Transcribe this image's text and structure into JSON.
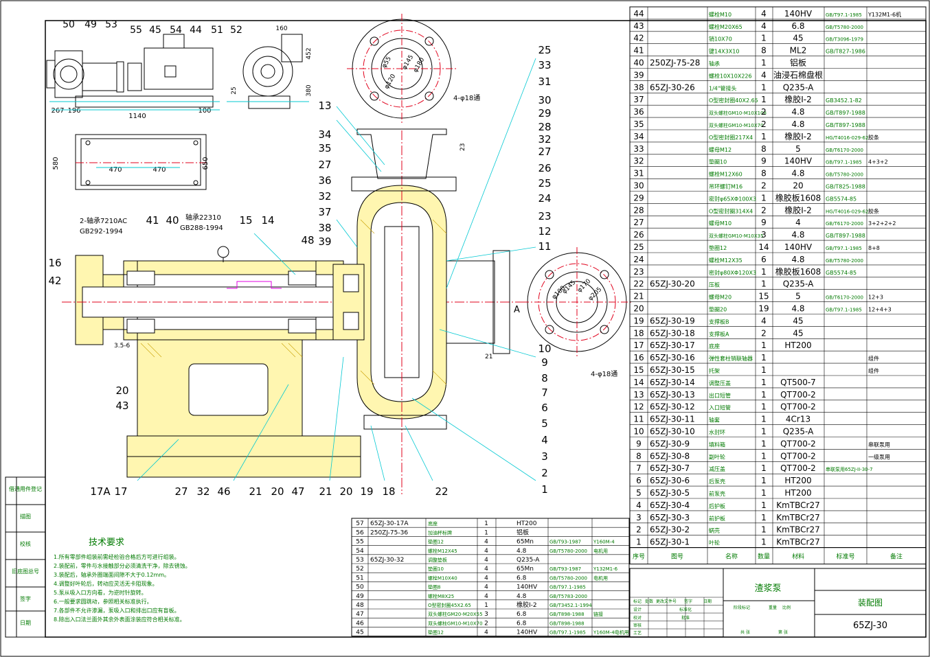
{
  "colors": {
    "line": "#000000",
    "cyan": "#00c8d2",
    "red": "#e0001b",
    "magenta": "#e000e0",
    "hatch": "#c8a000",
    "yellow_fill": "#fff6b0",
    "green": "#007a00"
  },
  "top_view_dims": [
    "50",
    "49",
    "53",
    "55",
    "45",
    "54",
    "44",
    "51",
    "52",
    "267",
    "196",
    "1140",
    "100"
  ],
  "side_view_dims": [
    "160",
    "452",
    "25",
    "380"
  ],
  "base_dims": [
    "580",
    "470",
    "470",
    "650"
  ],
  "flange_top": {
    "holes": "4-φ18通",
    "d": [
      "φ55",
      "φ145",
      "φ180",
      "φ120"
    ]
  },
  "flange_right": {
    "holes": "4-φ18通",
    "d": [
      "φ100",
      "φ145",
      "φ170",
      "φ205"
    ],
    "label": "A"
  },
  "left_notes": [
    "2-轴承7210AC",
    "GB292-1994",
    "轴承22310",
    "GB288-1994",
    "3.5-6",
    "21",
    "23"
  ],
  "balloons_left": [
    "41",
    "40",
    "15",
    "14",
    "16",
    "42",
    "20",
    "43",
    "17A",
    "17",
    "27",
    "32",
    "46",
    "21",
    "20",
    "47",
    "21",
    "20",
    "19",
    "18",
    "22"
  ],
  "balloons_center": [
    "13",
    "34",
    "35",
    "27",
    "36",
    "32",
    "37",
    "38",
    "39",
    "48"
  ],
  "balloons_right": [
    "25",
    "33",
    "31",
    "30",
    "29",
    "28",
    "32",
    "27",
    "26",
    "25",
    "24",
    "23",
    "12",
    "11",
    "10",
    "9",
    "8",
    "7",
    "6",
    "5",
    "4",
    "3",
    "2",
    "1"
  ],
  "left_sidebar": [
    "借通用件登记",
    "描图",
    "校核",
    "旧底图总号",
    "签字",
    "日期"
  ],
  "tech_title": "技术要求",
  "tech_notes": [
    "1.所有零部件组装前需经检验合格后方可进行组装。",
    "2.装配前，零件与水接触部分必须清洗干净，除去锈蚀。",
    "3.装配后，轴承外圈端面间隙不大于0.12mm。",
    "4.调整好叶轮后，转动应灵活无卡阻现象。",
    "5.泵从吸入口方向看，为逆时针旋转。",
    "6.一般要求圆跳动，参照相关标准执行。",
    "7.各部件不允许渗漏，泵吸入口和排出口应有盲板。",
    "8.除出入口法兰面外其余外表面涂装应符合相关标准。"
  ],
  "parts_upper": [
    [
      "44",
      "",
      "螺栓M10",
      "4",
      "140HV",
      "GB/T97.1-1985",
      "Y132M1-6机"
    ],
    [
      "43",
      "",
      "螺栓M20X65",
      "4",
      "6.8",
      "GB/T5780-2000",
      ""
    ],
    [
      "42",
      "",
      "销10X70",
      "1",
      "45",
      "GB/T3096-1979",
      ""
    ],
    [
      "41",
      "",
      "键14X3X10",
      "8",
      "ML2",
      "GB/T827-1986",
      ""
    ],
    [
      "40",
      "250ZJ-75-28",
      "轴承",
      "1",
      "铝板",
      "",
      ""
    ],
    [
      "39",
      "",
      "螺栓10X10X226",
      "4",
      "油浸石棉盘根",
      "",
      ""
    ],
    [
      "38",
      "65ZJ-30-26",
      "1/4\"管接头",
      "1",
      "Q235-A",
      "",
      ""
    ],
    [
      "37",
      "",
      "O型密封圈40X2.65",
      "1",
      "橡胶I-2",
      "GB3452.1-82",
      ""
    ],
    [
      "36",
      "",
      "双头螺柱GM10-M10X108",
      "2",
      "4.8",
      "GB/T897-1988",
      ""
    ],
    [
      "35",
      "",
      "双头螺柱GM10-M10X70",
      "2",
      "4.8",
      "GB/T897-1988",
      ""
    ],
    [
      "34",
      "",
      "O型密封圈217X4",
      "1",
      "橡胶I-2",
      "HG/T4016-029-62",
      "胶条"
    ],
    [
      "33",
      "",
      "螺母M12",
      "8",
      "5",
      "GB/T6170-2000",
      ""
    ],
    [
      "32",
      "",
      "垫圈10",
      "9",
      "140HV",
      "GB/T97.1-1985",
      "4+3+2"
    ],
    [
      "31",
      "",
      "螺栓M12X60",
      "8",
      "4.8",
      "GB/T5780-2000",
      ""
    ],
    [
      "30",
      "",
      "吊环螺钉M16",
      "2",
      "20",
      "GB/T825-1988",
      ""
    ],
    [
      "29",
      "",
      "密封φ65XΦ100X3",
      "1",
      "橡胶板1608",
      "GB5574-85",
      ""
    ],
    [
      "28",
      "",
      "O型密封圈314X4",
      "2",
      "橡胶I-2",
      "HG/T4016-029-62",
      "胶条"
    ],
    [
      "27",
      "",
      "螺母M10",
      "9",
      "4",
      "GB/T6170-2000",
      "3+2+2+2"
    ],
    [
      "26",
      "",
      "双头螺柱GM10-M10X35",
      "3",
      "4.8",
      "GB/T897-1988",
      ""
    ],
    [
      "25",
      "",
      "垫圈12",
      "14",
      "140HV",
      "GB/T97.1-1985",
      "8+8"
    ],
    [
      "24",
      "",
      "螺栓M12X35",
      "6",
      "4.8",
      "GB/T5780-2000",
      ""
    ],
    [
      "23",
      "",
      "密封φ80XΦ120X3",
      "1",
      "橡胶板1608",
      "GB5574-85",
      ""
    ],
    [
      "22",
      "65ZJ-30-20",
      "压板",
      "1",
      "Q235-A",
      "",
      ""
    ],
    [
      "21",
      "",
      "螺母M20",
      "15",
      "5",
      "GB/T6170-2000",
      "12+3"
    ],
    [
      "20",
      "",
      "垫圈20",
      "19",
      "4.8",
      "GB/T97.1-1985",
      "12+4+3"
    ],
    [
      "19",
      "65ZJ-30-19",
      "支撑板B",
      "4",
      "45",
      "",
      ""
    ],
    [
      "18",
      "65ZJ-30-18",
      "支撑板A",
      "2",
      "45",
      "",
      ""
    ],
    [
      "17",
      "65ZJ-30-17",
      "底座",
      "1",
      "HT200",
      "",
      ""
    ],
    [
      "16",
      "65ZJ-30-16",
      "弹性套柱销联轴器",
      "1",
      "",
      "",
      "组件"
    ],
    [
      "15",
      "65ZJ-30-15",
      "托架",
      "1",
      "",
      "",
      "组件"
    ],
    [
      "14",
      "65ZJ-30-14",
      "调整压盖",
      "1",
      "QT500-7",
      "",
      ""
    ],
    [
      "13",
      "65ZJ-30-13",
      "出口短管",
      "1",
      "QT700-2",
      "",
      ""
    ],
    [
      "12",
      "65ZJ-30-12",
      "入口短管",
      "1",
      "QT700-2",
      "",
      ""
    ],
    [
      "11",
      "65ZJ-30-11",
      "轴套",
      "1",
      "4Cr13",
      "",
      ""
    ],
    [
      "10",
      "65ZJ-30-10",
      "水封环",
      "1",
      "Q235-A",
      "",
      ""
    ],
    [
      "9",
      "65ZJ-30-9",
      "填料箱",
      "1",
      "QT700-2",
      "",
      "串联泵用"
    ],
    [
      "8",
      "65ZJ-30-8",
      "副叶轮",
      "1",
      "QT700-2",
      "",
      "一级泵用"
    ],
    [
      "7",
      "65ZJ-30-7",
      "减压盖",
      "1",
      "QT700-2",
      "串联泵用65ZJ-II-30-7",
      ""
    ],
    [
      "6",
      "65ZJ-30-6",
      "后泵壳",
      "1",
      "HT200",
      "",
      ""
    ],
    [
      "5",
      "65ZJ-30-5",
      "前泵壳",
      "1",
      "HT200",
      "",
      ""
    ],
    [
      "4",
      "65ZJ-30-4",
      "后护板",
      "1",
      "KmTBCr27",
      "",
      ""
    ],
    [
      "3",
      "65ZJ-30-3",
      "前护板",
      "1",
      "KmTBCr27",
      "",
      ""
    ],
    [
      "2",
      "65ZJ-30-2",
      "蜗壳",
      "1",
      "KmTBCr27",
      "",
      ""
    ],
    [
      "1",
      "65ZJ-30-1",
      "叶轮",
      "1",
      "KmTBCr27",
      "",
      ""
    ]
  ],
  "parts_header": [
    "序号",
    "图号",
    "名称",
    "数量",
    "材料",
    "标准号",
    "备注"
  ],
  "parts_lower": [
    [
      "57",
      "65ZJ-30-17A",
      "底座",
      "1",
      "HT200",
      "",
      ""
    ],
    [
      "56",
      "250ZJ-75-36",
      "加油杯标牌",
      "1",
      "铝板",
      "",
      ""
    ],
    [
      "55",
      "",
      "垫圈12",
      "4",
      "65Mn",
      "GB/T93-1987",
      "Y160M-4"
    ],
    [
      "54",
      "",
      "螺栓M12X45",
      "4",
      "4.8",
      "GB/T5780-2000",
      "电机用"
    ],
    [
      "53",
      "65ZJ-30-32",
      "调整垫板",
      "4",
      "Q235-A",
      "",
      ""
    ],
    [
      "52",
      "",
      "垫圈10",
      "4",
      "65Mn",
      "GB/T93-1987",
      "Y132M1-6"
    ],
    [
      "51",
      "",
      "螺栓M10X40",
      "4",
      "6.8",
      "GB/T5780-2000",
      "电机用"
    ],
    [
      "50",
      "",
      "垫圈8",
      "4",
      "140HV",
      "GB/T97.1-1985",
      ""
    ],
    [
      "49",
      "",
      "螺栓M8X25",
      "4",
      "4.8",
      "GB/T5783-2000",
      ""
    ],
    [
      "48",
      "",
      "O型密封圈45X2.65",
      "1",
      "橡胶I-2",
      "GB/T3452.1-1994",
      ""
    ],
    [
      "47",
      "",
      "双头螺柱GM20-M20X55",
      "3",
      "6.8",
      "GB/T898-1988",
      "链接"
    ],
    [
      "46",
      "",
      "双头螺柱GM10-M10X70",
      "2",
      "6.8",
      "GB/T898-1988",
      ""
    ],
    [
      "45",
      "",
      "垫圈12",
      "4",
      "140HV",
      "GB/T97.1-1985",
      "Y160M-4电机用"
    ]
  ],
  "title_block": {
    "product": "渣浆泵",
    "drawing_type": "装配图",
    "drawing_no": "65ZJ-30",
    "rows": [
      "标记",
      "处数",
      "更改文件号",
      "签字",
      "日期",
      "设计",
      "校对",
      "审核",
      "工艺",
      "标准化",
      "批准"
    ],
    "cols": [
      "阶段标记",
      "重量",
      "比例",
      "共 张",
      "第 张"
    ]
  }
}
